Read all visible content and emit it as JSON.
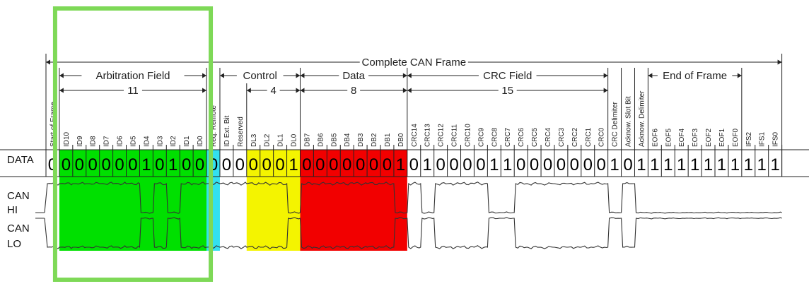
{
  "frame": {
    "label": "Complete CAN Frame"
  },
  "fields": [
    {
      "id": "arbitration",
      "label": "Arbitration Field",
      "count": "11",
      "from": 1,
      "to": 12
    },
    {
      "id": "control",
      "label": "Control",
      "from": 13,
      "to": 19
    },
    {
      "id": "dlc",
      "count": "4",
      "from": 15,
      "to": 19
    },
    {
      "id": "data",
      "label": "Data",
      "count": "8",
      "from": 19,
      "to": 27
    },
    {
      "id": "crc",
      "label": "CRC Field",
      "count": "15",
      "from": 27,
      "to": 42
    },
    {
      "id": "eof",
      "label": "End of Frame",
      "from": 45,
      "to": 52
    }
  ],
  "bits": [
    {
      "name": "Start of Frame",
      "value": "0"
    },
    {
      "name": "ID10",
      "value": "0"
    },
    {
      "name": "ID9",
      "value": "0"
    },
    {
      "name": "ID8",
      "value": "0"
    },
    {
      "name": "ID7",
      "value": "0"
    },
    {
      "name": "ID6",
      "value": "0"
    },
    {
      "name": "ID5",
      "value": "0"
    },
    {
      "name": "ID4",
      "value": "1"
    },
    {
      "name": "ID3",
      "value": "0"
    },
    {
      "name": "ID2",
      "value": "1"
    },
    {
      "name": "ID1",
      "value": "0"
    },
    {
      "name": "ID0",
      "value": "0"
    },
    {
      "name": "Req. Remote",
      "value": "0"
    },
    {
      "name": "ID Ext. Bit",
      "value": "0"
    },
    {
      "name": "Reserved",
      "value": "0"
    },
    {
      "name": "DL3",
      "value": "0"
    },
    {
      "name": "DL2",
      "value": "0"
    },
    {
      "name": "DL1",
      "value": "0"
    },
    {
      "name": "DL0",
      "value": "1"
    },
    {
      "name": "DB7",
      "value": "0"
    },
    {
      "name": "DB6",
      "value": "0"
    },
    {
      "name": "DB5",
      "value": "0"
    },
    {
      "name": "DB4",
      "value": "0"
    },
    {
      "name": "DB3",
      "value": "0"
    },
    {
      "name": "DB2",
      "value": "0"
    },
    {
      "name": "DB1",
      "value": "0"
    },
    {
      "name": "DB0",
      "value": "1"
    },
    {
      "name": "CRC14",
      "value": "0"
    },
    {
      "name": "CRC13",
      "value": "1"
    },
    {
      "name": "CRC12",
      "value": "0"
    },
    {
      "name": "CRC11",
      "value": "0"
    },
    {
      "name": "CRC10",
      "value": "0"
    },
    {
      "name": "CRC9",
      "value": "0"
    },
    {
      "name": "CRC8",
      "value": "1"
    },
    {
      "name": "CRC7",
      "value": "1"
    },
    {
      "name": "CRC6",
      "value": "0"
    },
    {
      "name": "CRC5",
      "value": "0"
    },
    {
      "name": "CRC4",
      "value": "0"
    },
    {
      "name": "CRC3",
      "value": "0"
    },
    {
      "name": "CRC2",
      "value": "0"
    },
    {
      "name": "CRC1",
      "value": "0"
    },
    {
      "name": "CRC0",
      "value": "0"
    },
    {
      "name": "CRC Delimiter",
      "value": "1"
    },
    {
      "name": "Acknow. Slot Bit",
      "value": "0"
    },
    {
      "name": "Acknow. Delimiter",
      "value": "1"
    },
    {
      "name": "EOF6",
      "value": "1"
    },
    {
      "name": "EOF5",
      "value": "1"
    },
    {
      "name": "EOF4",
      "value": "1"
    },
    {
      "name": "EOF3",
      "value": "1"
    },
    {
      "name": "EOF2",
      "value": "1"
    },
    {
      "name": "EOF1",
      "value": "1"
    },
    {
      "name": "EOF0",
      "value": "1"
    },
    {
      "name": "IFS2",
      "value": "1"
    },
    {
      "name": "IFS1",
      "value": "1"
    },
    {
      "name": "IFS0",
      "value": "1"
    }
  ],
  "rows": {
    "data": "DATA",
    "can_hi": [
      "CAN",
      "HI"
    ],
    "can_lo": [
      "CAN",
      "LO"
    ]
  },
  "highlights": [
    {
      "from": 1,
      "to": 12,
      "color": "#00e000"
    },
    {
      "from": 12,
      "to": 13,
      "color": "#33e0f0"
    },
    {
      "from": 15,
      "to": 19,
      "color": "#f4f400"
    },
    {
      "from": 19,
      "to": 27,
      "color": "#f20000"
    }
  ],
  "overlay": {
    "from": 1,
    "to": 12,
    "color": "#7ed957"
  },
  "colors": {
    "line": "#222222",
    "signal": "#333333"
  }
}
